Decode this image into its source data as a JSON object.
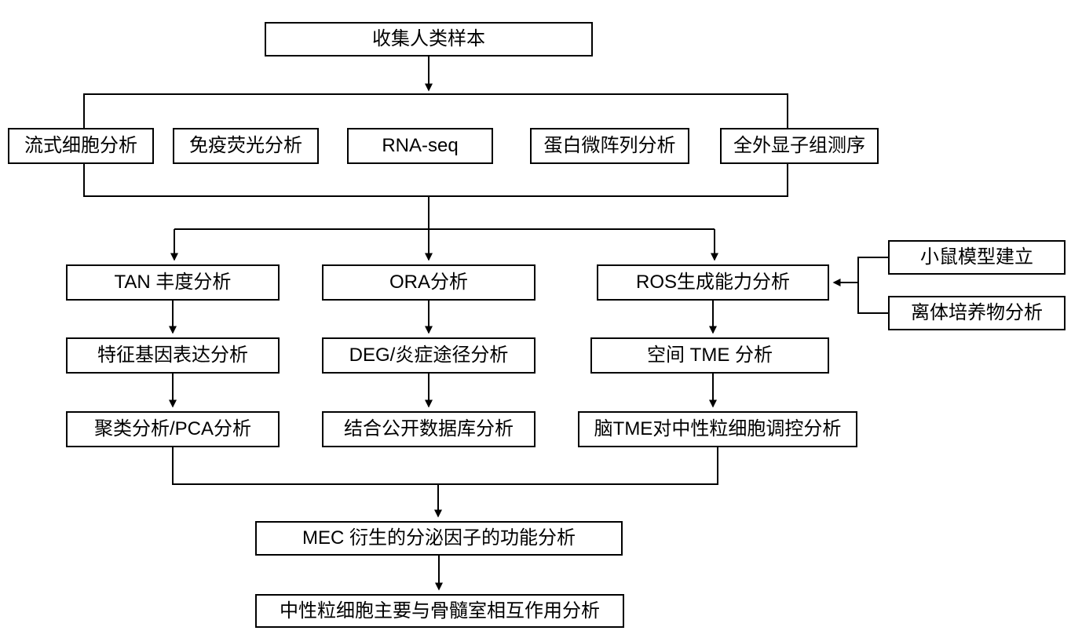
{
  "diagram": {
    "type": "flowchart",
    "colors": {
      "background": "#ffffff",
      "box_fill": "#ffffff",
      "box_border": "#000000",
      "line": "#000000",
      "text": "#000000"
    },
    "nodes": {
      "collect": {
        "label": "收集人类样本"
      },
      "flow_cytometry": {
        "label": "流式细胞分析"
      },
      "immunofluorescence": {
        "label": "免疫荧光分析"
      },
      "rna_seq": {
        "label": "RNA-seq"
      },
      "protein_microarray": {
        "label": "蛋白微阵列分析"
      },
      "wes": {
        "label": "全外显子组测序"
      },
      "tan_abundance": {
        "label": "TAN 丰度分析"
      },
      "ora": {
        "label": "ORA分析"
      },
      "ros": {
        "label": "ROS生成能力分析"
      },
      "mouse_model": {
        "label": "小鼠模型建立"
      },
      "ex_vivo": {
        "label": "离体培养物分析"
      },
      "signature_gene": {
        "label": "特征基因表达分析"
      },
      "deg_inflammation": {
        "label": "DEG/炎症途径分析"
      },
      "spatial_tme": {
        "label": "空间 TME 分析"
      },
      "clustering_pca": {
        "label": "聚类分析/PCA分析"
      },
      "public_database": {
        "label": "结合公开数据库分析"
      },
      "brain_tme": {
        "label": "脑TME对中性粒细胞调控分析"
      },
      "mec_secretome": {
        "label": "MEC 衍生的分泌因子的功能分析"
      },
      "neutrophil_marrow": {
        "label": "中性粒细胞主要与骨髓室相互作用分析"
      }
    },
    "assay_group_members": [
      "flow_cytometry",
      "immunofluorescence",
      "rna_seq",
      "protein_microarray",
      "wes"
    ],
    "edges": [
      {
        "from": "collect",
        "to": "assay_group"
      },
      {
        "from": "assay_group",
        "to": "tan_abundance"
      },
      {
        "from": "assay_group",
        "to": "ora"
      },
      {
        "from": "assay_group",
        "to": "ros"
      },
      {
        "from": "mouse_model",
        "to": "ros"
      },
      {
        "from": "ex_vivo",
        "to": "ros"
      },
      {
        "from": "tan_abundance",
        "to": "signature_gene"
      },
      {
        "from": "signature_gene",
        "to": "clustering_pca"
      },
      {
        "from": "ora",
        "to": "deg_inflammation"
      },
      {
        "from": "deg_inflammation",
        "to": "public_database"
      },
      {
        "from": "ros",
        "to": "spatial_tme"
      },
      {
        "from": "spatial_tme",
        "to": "brain_tme"
      },
      {
        "from": "clustering_pca",
        "to": "mec_secretome"
      },
      {
        "from": "brain_tme",
        "to": "mec_secretome"
      },
      {
        "from": "mec_secretome",
        "to": "neutrophil_marrow"
      }
    ]
  }
}
